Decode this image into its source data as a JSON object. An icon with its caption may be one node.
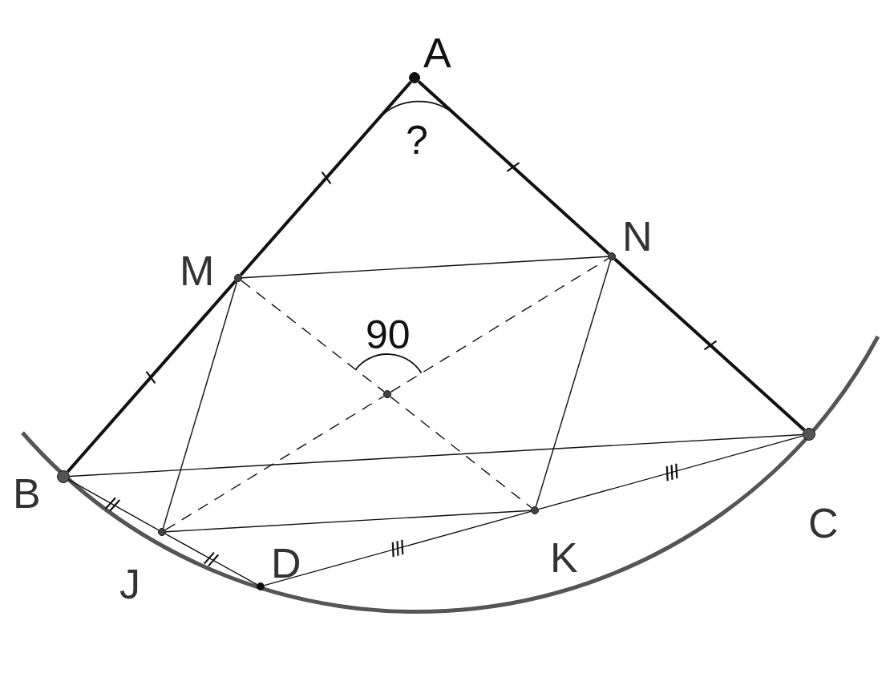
{
  "diagram": {
    "nodes": [
      {
        "text": [
          "A"
        ]
      },
      {
        "text": [
          "M"
        ]
      },
      {
        "text": [
          "N"
        ]
      },
      {
        "text": [],
        "shape": "circle"
      },
      {
        "text": [
          "B"
        ]
      },
      {
        "text": [
          "C"
        ]
      },
      {
        "text": [
          "J"
        ]
      },
      {
        "text": [
          "D"
        ]
      },
      {
        "text": [
          "K"
        ]
      }
    ],
    "edges": [
      {
        "from": 0,
        "to": 1,
        "arrow": "none",
        "style": "thick"
      },
      {
        "from": 1,
        "to": 4,
        "arrow": "none",
        "style": "thick"
      },
      {
        "from": 0,
        "to": 2,
        "arrow": "none",
        "style": "thick"
      },
      {
        "from": 2,
        "to": 5,
        "arrow": "none",
        "style": "thick"
      },
      {
        "from": 1,
        "to": 2,
        "arrow": "none"
      },
      {
        "from": 4,
        "to": 5,
        "arrow": "none"
      },
      {
        "from": 1,
        "to": 6,
        "arrow": "none"
      },
      {
        "from": 2,
        "to": 8,
        "arrow": "none"
      },
      {
        "from": 6,
        "to": 8,
        "arrow": "none"
      },
      {
        "from": 4,
        "to": 6,
        "arrow": "none"
      },
      {
        "from": 6,
        "to": 7,
        "arrow": "none"
      },
      {
        "from": 7,
        "to": 8,
        "arrow": "none"
      },
      {
        "from": 8,
        "to": 5,
        "arrow": "none"
      },
      {
        "from": 1,
        "to": 3,
        "arrow": "none",
        "style": "dashed"
      },
      {
        "from": 3,
        "to": 8,
        "arrow": "none",
        "style": "dashed"
      },
      {
        "from": 6,
        "to": 3,
        "arrow": "none",
        "style": "dashed"
      },
      {
        "from": 3,
        "to": 2,
        "arrow": "none",
        "style": "dashed"
      }
    ],
    "labels": [
      "?",
      "90"
    ]
  }
}
